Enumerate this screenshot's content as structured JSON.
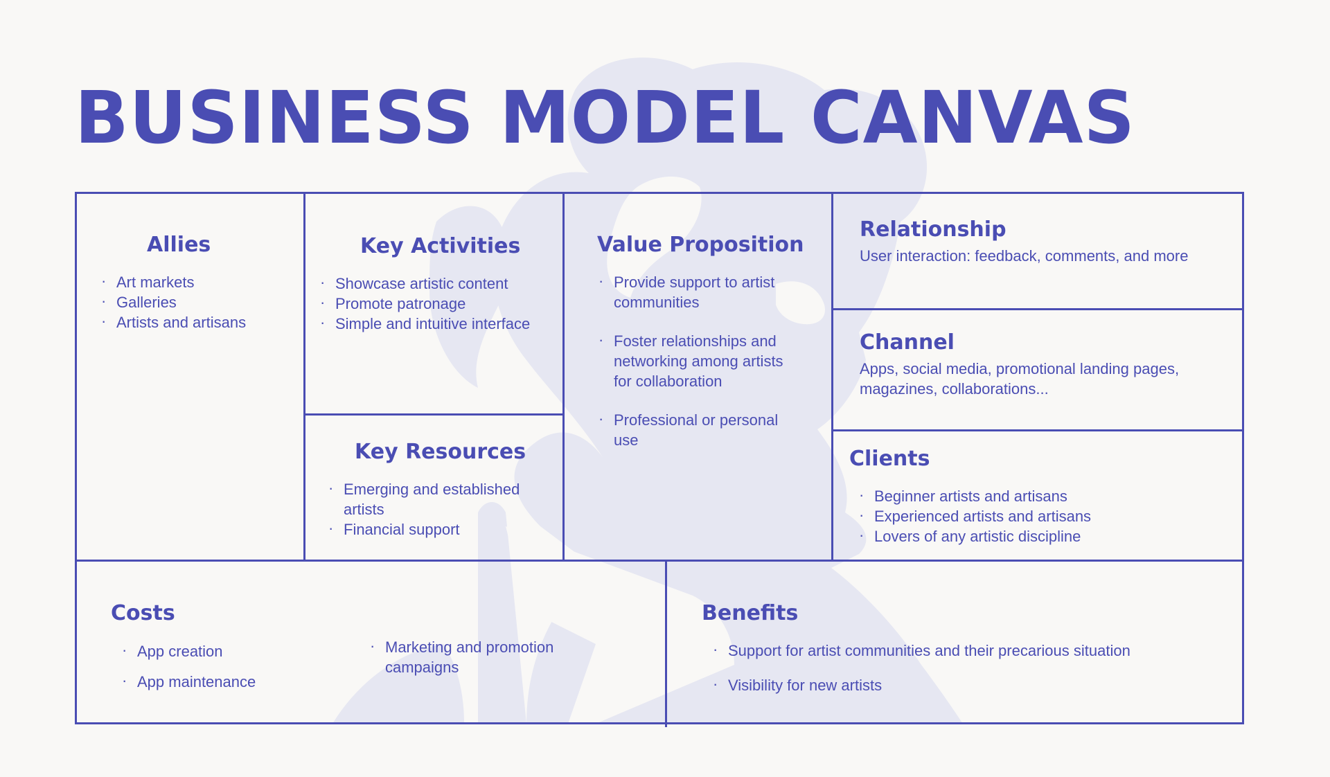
{
  "title": "BUSINESS MODEL CANVAS",
  "colors": {
    "primary": "#4a4db3",
    "background": "#f9f8f6",
    "shape": "#e6e7f2"
  },
  "allies": {
    "heading": "Allies",
    "items": [
      "Art markets",
      "Galleries",
      "Artists and artisans"
    ]
  },
  "key_activities": {
    "heading": "Key Activities",
    "items": [
      "Showcase artistic content",
      "Promote patronage",
      "Simple and intuitive interface"
    ]
  },
  "key_resources": {
    "heading": "Key Resources",
    "items": [
      "Emerging and established artists",
      "Financial support"
    ]
  },
  "value_proposition": {
    "heading": "Value Proposition",
    "items": [
      "Provide support to artist communities",
      "Foster relationships and networking among artists for collaboration",
      "Professional or personal use"
    ]
  },
  "relationship": {
    "heading": "Relationship",
    "text": "User interaction: feedback, comments, and more"
  },
  "channel": {
    "heading": "Channel",
    "text": "Apps, social media, promotional landing pages, magazines, collaborations..."
  },
  "clients": {
    "heading": "Clients",
    "items": [
      "Beginner artists and artisans",
      "Experienced artists and artisans",
      "Lovers of any artistic discipline"
    ]
  },
  "costs": {
    "heading": "Costs",
    "items": [
      "App creation",
      "App maintenance",
      "Marketing and promotion campaigns"
    ]
  },
  "benefits": {
    "heading": "Benefits",
    "items": [
      "Support for artist communities and their precarious situation",
      "Visibility for new artists"
    ]
  }
}
